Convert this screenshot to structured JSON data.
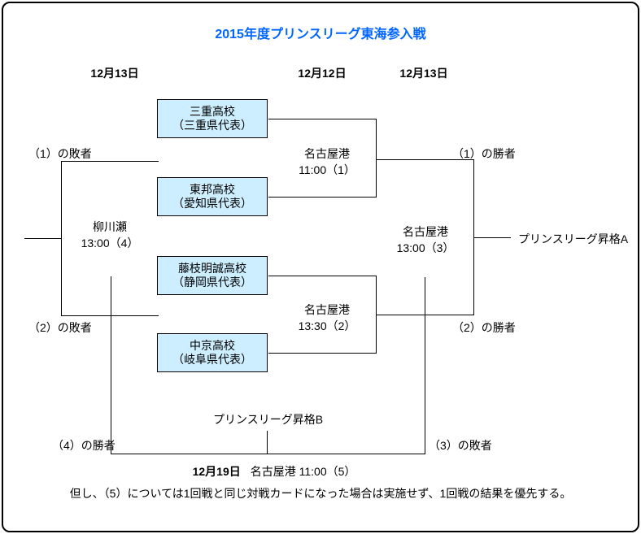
{
  "title": "2015年度プリンスリーグ東海参入戦",
  "columns": {
    "left_date": "12月13日",
    "middle_date": "12月12日",
    "right_date": "12月13日"
  },
  "teams": [
    {
      "name": "三重高校",
      "rep": "（三重県代表）"
    },
    {
      "name": "東邦高校",
      "rep": "（愛知県代表）"
    },
    {
      "name": "藤枝明誠高校",
      "rep": "（静岡県代表）"
    },
    {
      "name": "中京高校",
      "rep": "（岐阜県代表）"
    }
  ],
  "matches": {
    "m1": {
      "venue": "名古屋港",
      "time": "11:00（1）"
    },
    "m2": {
      "venue": "名古屋港",
      "time": "13:30（2）"
    },
    "m3": {
      "venue": "名古屋港",
      "time": "13:00（3）"
    },
    "m4": {
      "venue": "柳川瀬",
      "time": "13:00（4）"
    },
    "m5": {
      "date": "12月19日",
      "venue_time": "名古屋港 11:00（5）"
    }
  },
  "labels": {
    "loser1": "（1）の敗者",
    "loser2": "（2）の敗者",
    "winner1": "（1）の勝者",
    "winner2": "（2）の勝者",
    "winner4": "（4）の勝者",
    "loser3": "（3）の敗者",
    "promotion_a": "プリンスリーグ昇格A",
    "promotion_b": "プリンスリーグ昇格B"
  },
  "note": "但し、（5）については1回戦と同じ対戦カードになった場合は実施せず、1回戦の結果を優先する。",
  "colors": {
    "title_color": "#0066ff",
    "box_fill": "#cceeff",
    "line_color": "#000000"
  }
}
